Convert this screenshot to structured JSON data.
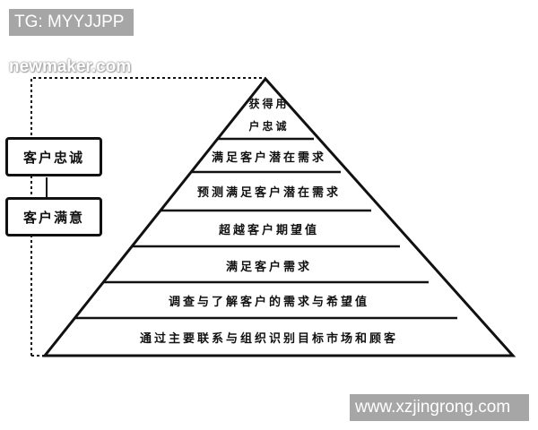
{
  "watermarks": {
    "top_left": "TG: MYYJJPP",
    "bottom_right": "www.xzjingrong.com",
    "source": "newmaker.com"
  },
  "side_boxes": [
    {
      "label": "客户忠诚"
    },
    {
      "label": "客户满意"
    }
  ],
  "pyramid": {
    "layers": [
      {
        "label_line1": "获得用",
        "label_line2": "户忠诚"
      },
      {
        "label": "满足客户潜在需求"
      },
      {
        "label": "预测满足客户潜在需求"
      },
      {
        "label": "超越客户期望值"
      },
      {
        "label": "满足客户需求"
      },
      {
        "label": "调查与了解客户的需求与希望值"
      },
      {
        "label": "通过主要联系与组织识别目标市场和顾客"
      }
    ]
  },
  "colors": {
    "line": "#111111",
    "watermark_bg": "#a6a6a6",
    "background": "#ffffff"
  }
}
